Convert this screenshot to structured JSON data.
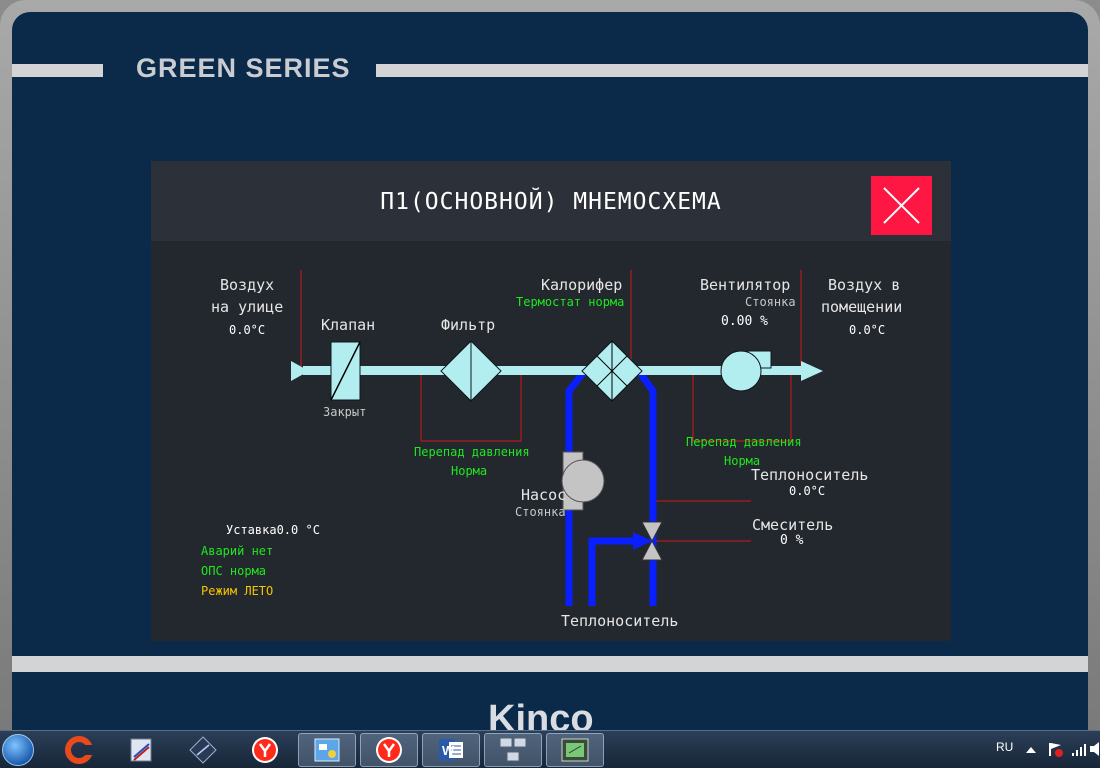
{
  "device": {
    "brand": "GREEN  SERIES",
    "manufacturer": "Kinco"
  },
  "panel": {
    "title": "П1(ОСНОВНОЙ) МНЕМОСХЕМА",
    "close_icon": "close-icon"
  },
  "outdoor_air": {
    "label_line1": "Воздух",
    "label_line2": "на улице",
    "temperature": "0.0°C"
  },
  "damper": {
    "label": "Клапан",
    "status": "Закрыт"
  },
  "filter": {
    "label": "Фильтр",
    "pressure_label": "Перепад давления",
    "pressure_status": "Норма"
  },
  "heater": {
    "label": "Калорифер",
    "thermostat_status": "Термостат норма"
  },
  "fan": {
    "label": "Вентилятор",
    "status": "Стоянка",
    "speed": "0.00  %",
    "pressure_label": "Перепад давления",
    "pressure_status": "Норма"
  },
  "supply_air": {
    "label_line1": "Воздух в",
    "label_line2": "помещении",
    "temperature": "0.0°C"
  },
  "pump": {
    "label": "Насос",
    "status": "Стоянка"
  },
  "coolant_return": {
    "label": "Теплоноситель",
    "temperature": "0.0°C"
  },
  "mixer": {
    "label": "Смеситель",
    "value": "0 %"
  },
  "coolant_supply": {
    "label": "Теплоноситель"
  },
  "status_block": {
    "setpoint": "Уставка0.0 °C",
    "alarms": "Аварий нет",
    "fire_alarm": "ОПС норма",
    "mode": "Режим ЛЕТО"
  },
  "colors": {
    "panel_bg": "#23272e",
    "duct": "#b2eef0",
    "pipe": "#0a1fff",
    "sensor_line": "#d01818",
    "ok_text": "#1fe81f",
    "mode_text": "#f5c400",
    "close_button": "#ff1744"
  },
  "taskbar": {
    "items": [
      {
        "name": "ccleaner-icon"
      },
      {
        "name": "program-icon"
      },
      {
        "name": "network-app-icon"
      },
      {
        "name": "yandex-browser-icon"
      },
      {
        "name": "hmi-designer-icon"
      },
      {
        "name": "yandex-browser-icon"
      },
      {
        "name": "word-icon",
        "letter": "W"
      },
      {
        "name": "network-computers-icon"
      },
      {
        "name": "hmi-simulator-icon"
      }
    ],
    "language": "RU"
  }
}
